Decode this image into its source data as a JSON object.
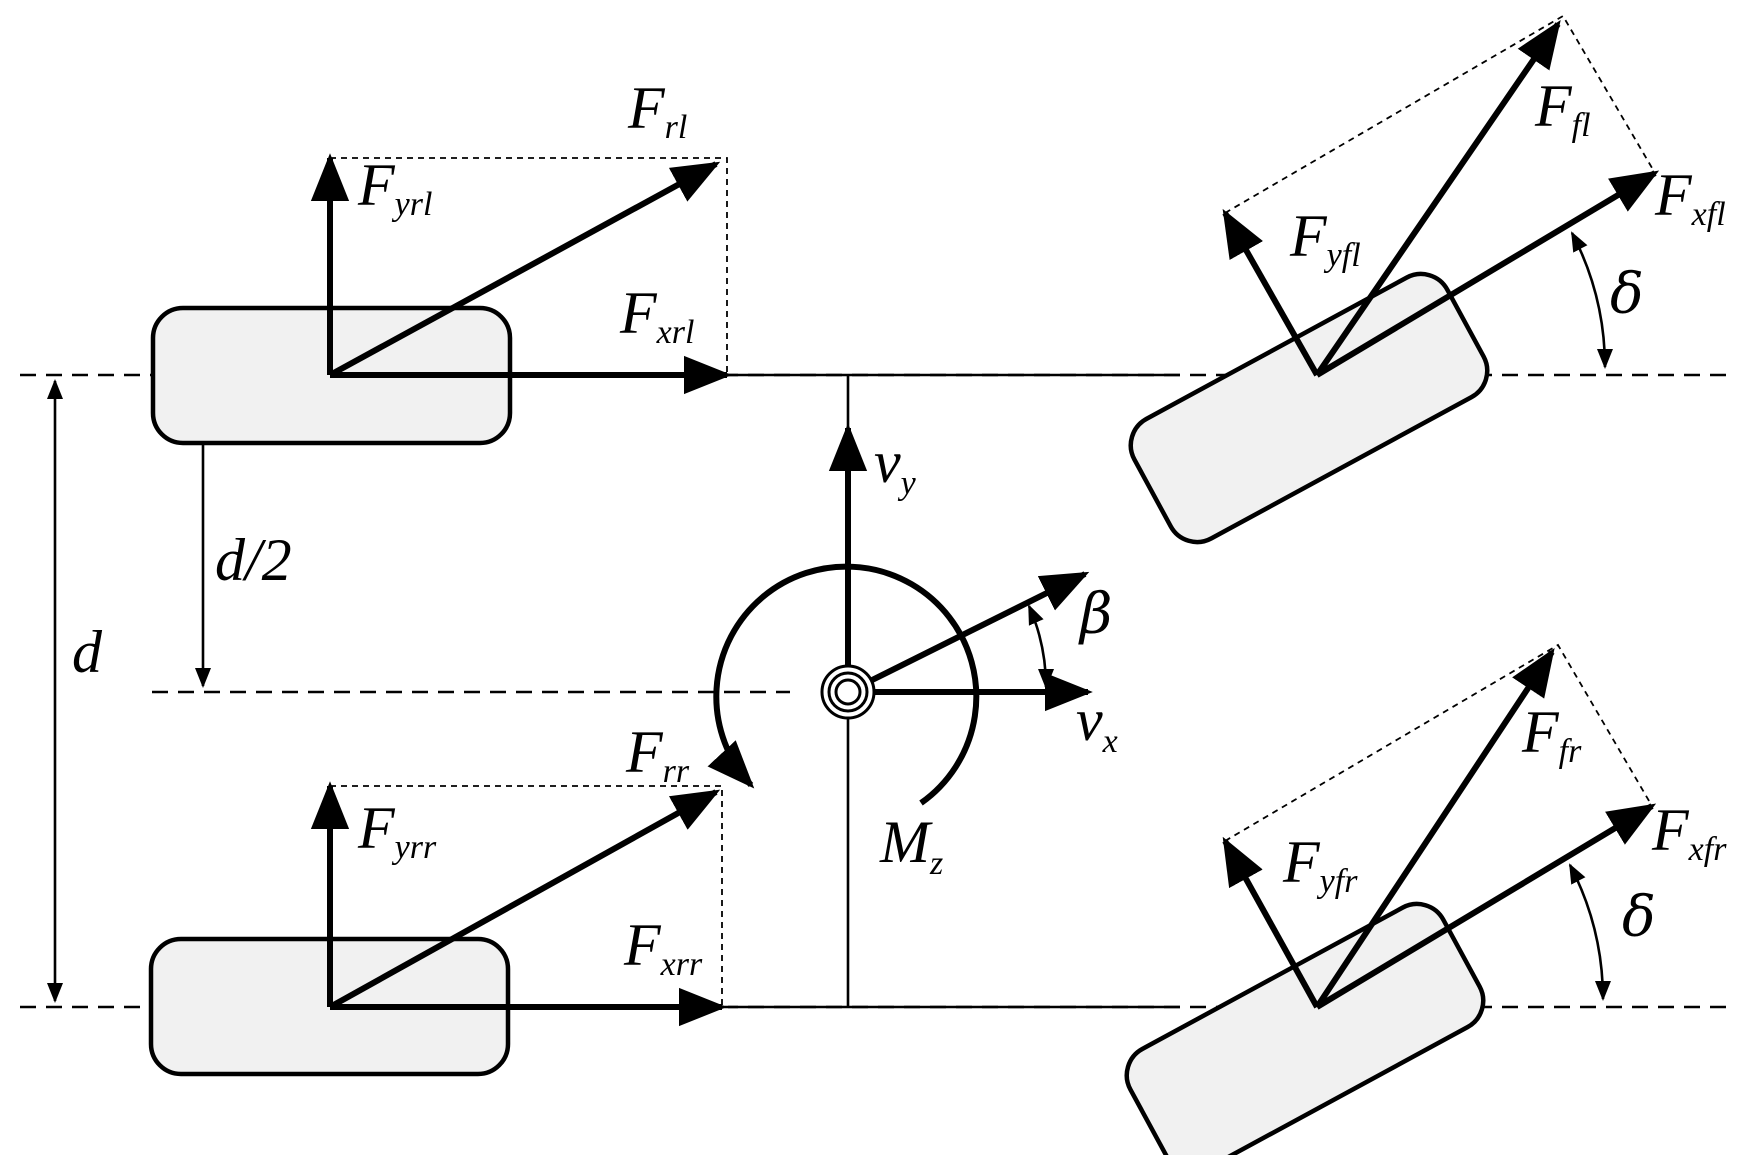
{
  "labels": {
    "F_rl": {
      "main": "F",
      "sub": "rl"
    },
    "F_yrl": {
      "main": "F",
      "sub": "yrl"
    },
    "F_xrl": {
      "main": "F",
      "sub": "xrl"
    },
    "F_rr": {
      "main": "F",
      "sub": "rr"
    },
    "F_yrr": {
      "main": "F",
      "sub": "yrr"
    },
    "F_xrr": {
      "main": "F",
      "sub": "xrr"
    },
    "F_fl": {
      "main": "F",
      "sub": "fl"
    },
    "F_yfl": {
      "main": "F",
      "sub": "yfl"
    },
    "F_xfl": {
      "main": "F",
      "sub": "xfl"
    },
    "F_fr": {
      "main": "F",
      "sub": "fr"
    },
    "F_yfr": {
      "main": "F",
      "sub": "yfr"
    },
    "F_xfr": {
      "main": "F",
      "sub": "xfr"
    },
    "v_y": {
      "main": "v",
      "sub": "y"
    },
    "v_x": {
      "main": "v",
      "sub": "x"
    },
    "M_z": {
      "main": "M",
      "sub": "z"
    },
    "beta": "β",
    "delta_fl": "δ",
    "delta_fr": "δ",
    "d_half": "d/2",
    "d": "d"
  }
}
